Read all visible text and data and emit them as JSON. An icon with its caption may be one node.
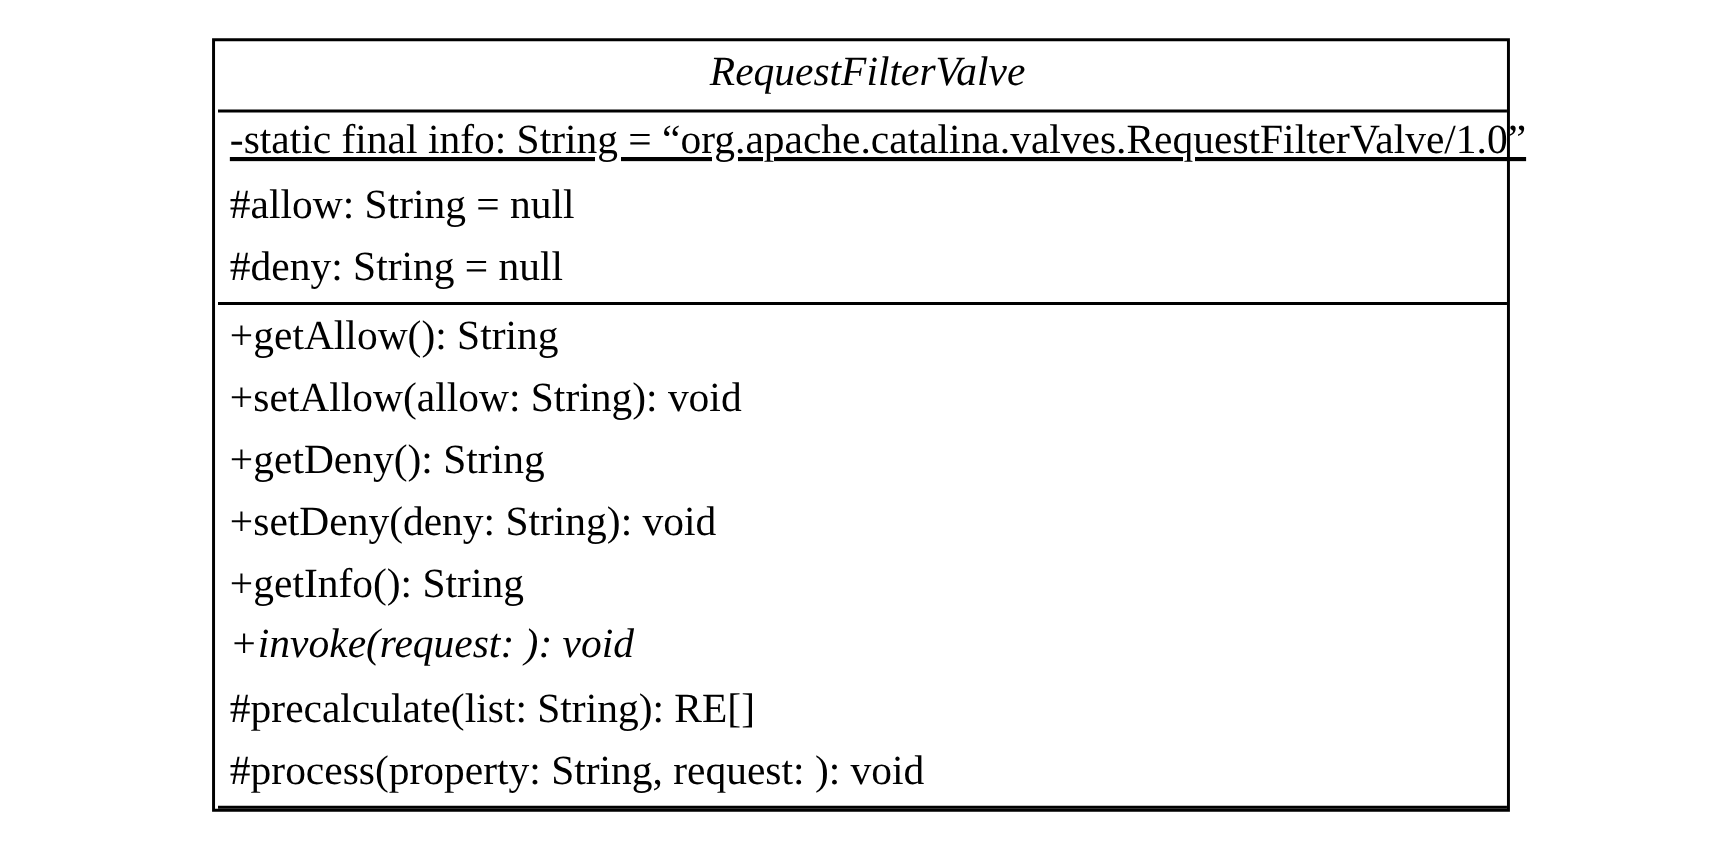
{
  "diagram": {
    "nodes": [
      {
        "text": [
          "RequestFilterValve",
          "-static final info: String = “org.apache.catalina.valves.RequestFilterValve/1.0”",
          "#allow: String = null",
          "#deny: String = null",
          "+getAllow(): String",
          "+setAllow(allow: String): void",
          "+getDeny(): String",
          "+setDeny(deny: String): void",
          "+getInfo(): String",
          "+invoke(request: ): void",
          "#precalculate(list: String): RE[]",
          "#process(property: String, request: ): void"
        ]
      }
    ]
  }
}
